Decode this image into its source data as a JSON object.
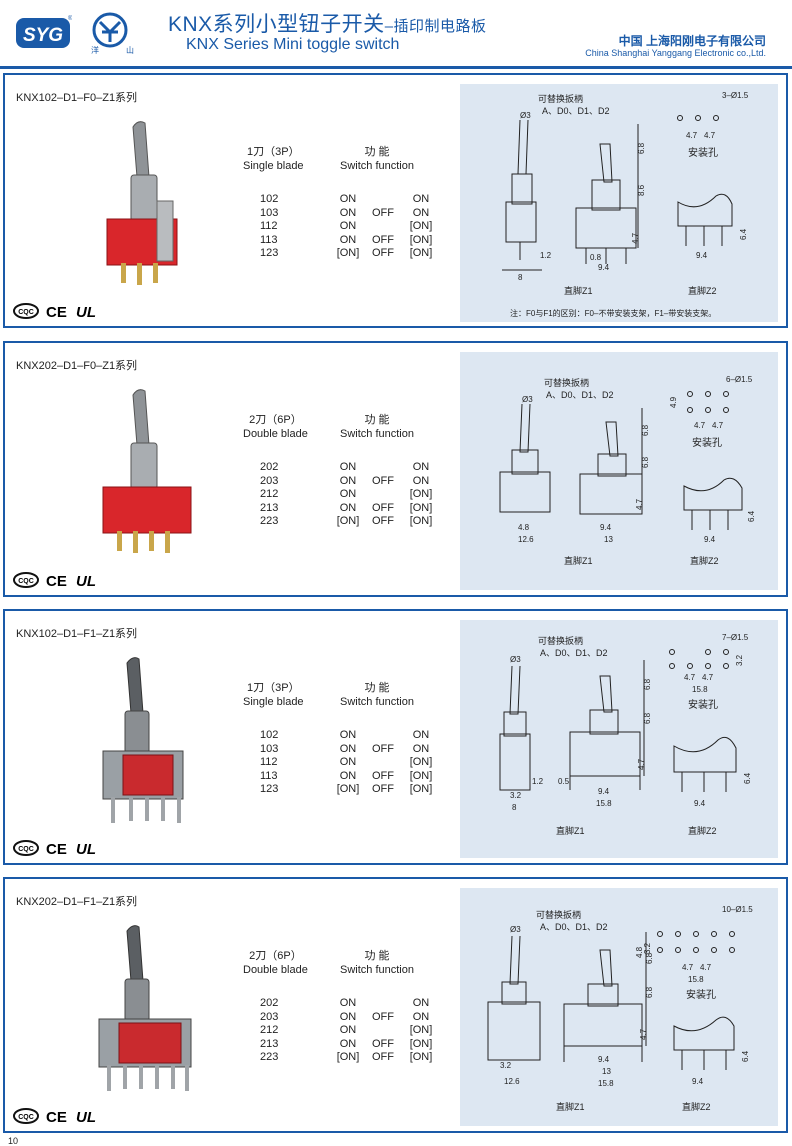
{
  "header": {
    "logo_text": "SYG",
    "logo2_left": "洋",
    "logo2_right": "山",
    "title_cn": "KNX系列小型钮子开关",
    "title_cn_sub": "–插印制电路板",
    "title_en": "KNX Series Mini toggle switch",
    "company_cn": "中国 上海阳刚电子有限公司",
    "company_en": "China Shanghai Yanggang Electronic co.,Ltd."
  },
  "panels": [
    {
      "title": "KNX102–D1–F0–Z1系列",
      "poles_cn": "1刀（3P）",
      "poles_en": "Single blade",
      "func_cn": "功  能",
      "func_en": "Switch function",
      "rows": [
        [
          "102",
          "ON",
          "",
          "ON"
        ],
        [
          "103",
          "ON",
          "OFF",
          "ON"
        ],
        [
          "112",
          "ON",
          "",
          "[ON]"
        ],
        [
          "113",
          "ON",
          "OFF",
          "[ON]"
        ],
        [
          "123",
          "[ON]",
          "OFF",
          "[ON]"
        ]
      ],
      "diagram": {
        "handle_label": "可替换扳柄",
        "handle_options": "A、D0、D1、D2",
        "dia": "Ø3",
        "holes": "3–Ø1.5",
        "mount_label": "安装孔",
        "z1_label": "直脚Z1",
        "z2_label": "直脚Z2",
        "dims": [
          "6.8",
          "8.6",
          "4.7",
          "1.2",
          "8",
          "0.8",
          "9.4",
          "4.7",
          "4.7",
          "9.4",
          "6.4"
        ],
        "note": "注：F0与F1的区别：F0–不带安装支架，F1–带安装支架。"
      },
      "certs": [
        "CQC",
        "CE",
        "UL"
      ]
    },
    {
      "title": "KNX202–D1–F0–Z1系列",
      "poles_cn": "2刀（6P）",
      "poles_en": "Double blade",
      "func_cn": "功  能",
      "func_en": "Switch function",
      "rows": [
        [
          "202",
          "ON",
          "",
          "ON"
        ],
        [
          "203",
          "ON",
          "OFF",
          "ON"
        ],
        [
          "212",
          "ON",
          "",
          "[ON]"
        ],
        [
          "213",
          "ON",
          "OFF",
          "[ON]"
        ],
        [
          "223",
          "[ON]",
          "OFF",
          "[ON]"
        ]
      ],
      "diagram": {
        "handle_label": "可替换扳柄",
        "handle_options": "A、D0、D1、D2",
        "dia": "Ø3",
        "holes": "6–Ø1.5",
        "mount_label": "安装孔",
        "z1_label": "直脚Z1",
        "z2_label": "直脚Z2",
        "dims": [
          "6.8",
          "6.8",
          "4.7",
          "4.8",
          "12.6",
          "9.4",
          "13",
          "4.9",
          "4.7",
          "4.7",
          "9.4",
          "6.4"
        ]
      },
      "certs": [
        "CQC",
        "CE",
        "UL"
      ]
    },
    {
      "title": "KNX102–D1–F1–Z1系列",
      "poles_cn": "1刀（3P）",
      "poles_en": "Single blade",
      "func_cn": "功  能",
      "func_en": "Switch function",
      "rows": [
        [
          "102",
          "ON",
          "",
          "ON"
        ],
        [
          "103",
          "ON",
          "OFF",
          "ON"
        ],
        [
          "112",
          "ON",
          "",
          "[ON]"
        ],
        [
          "113",
          "ON",
          "OFF",
          "[ON]"
        ],
        [
          "123",
          "[ON]",
          "OFF",
          "[ON]"
        ]
      ],
      "diagram": {
        "handle_label": "可替换扳柄",
        "handle_options": "A、D0、D1、D2",
        "dia": "Ø3",
        "holes": "7–Ø1.5",
        "mount_label": "安装孔",
        "z1_label": "直脚Z1",
        "z2_label": "直脚Z2",
        "dims": [
          "6.8",
          "6.8",
          "4.7",
          "1.2",
          "3.2",
          "8",
          "0.5",
          "9.4",
          "15.8",
          "4.7",
          "4.7",
          "15.8",
          "3.2",
          "9.4",
          "6.4"
        ]
      },
      "certs": [
        "CQC",
        "CE",
        "UL"
      ]
    },
    {
      "title": "KNX202–D1–F1–Z1系列",
      "poles_cn": "2刀（6P）",
      "poles_en": "Double blade",
      "func_cn": "功  能",
      "func_en": "Switch function",
      "rows": [
        [
          "202",
          "ON",
          "",
          "ON"
        ],
        [
          "203",
          "ON",
          "OFF",
          "ON"
        ],
        [
          "212",
          "ON",
          "",
          "[ON]"
        ],
        [
          "213",
          "ON",
          "OFF",
          "[ON]"
        ],
        [
          "223",
          "[ON]",
          "OFF",
          "[ON]"
        ]
      ],
      "diagram": {
        "handle_label": "可替换扳柄",
        "handle_options": "A、D0、D1、D2",
        "dia": "Ø3",
        "holes": "10–Ø1.5",
        "mount_label": "安装孔",
        "z1_label": "直脚Z1",
        "z2_label": "直脚Z2",
        "dims": [
          "6.8",
          "6.8",
          "4.7",
          "3.2",
          "12.6",
          "9.4",
          "13",
          "15.8",
          "4.8",
          "3.2",
          "4.7",
          "4.7",
          "15.8",
          "9.4",
          "6.4"
        ]
      },
      "certs": [
        "CQC",
        "CE",
        "UL"
      ]
    }
  ],
  "page_number": "10",
  "colors": {
    "brand_blue": "#1a5aa8",
    "diagram_bg": "#dde7f2",
    "switch_red": "#d9262b"
  }
}
